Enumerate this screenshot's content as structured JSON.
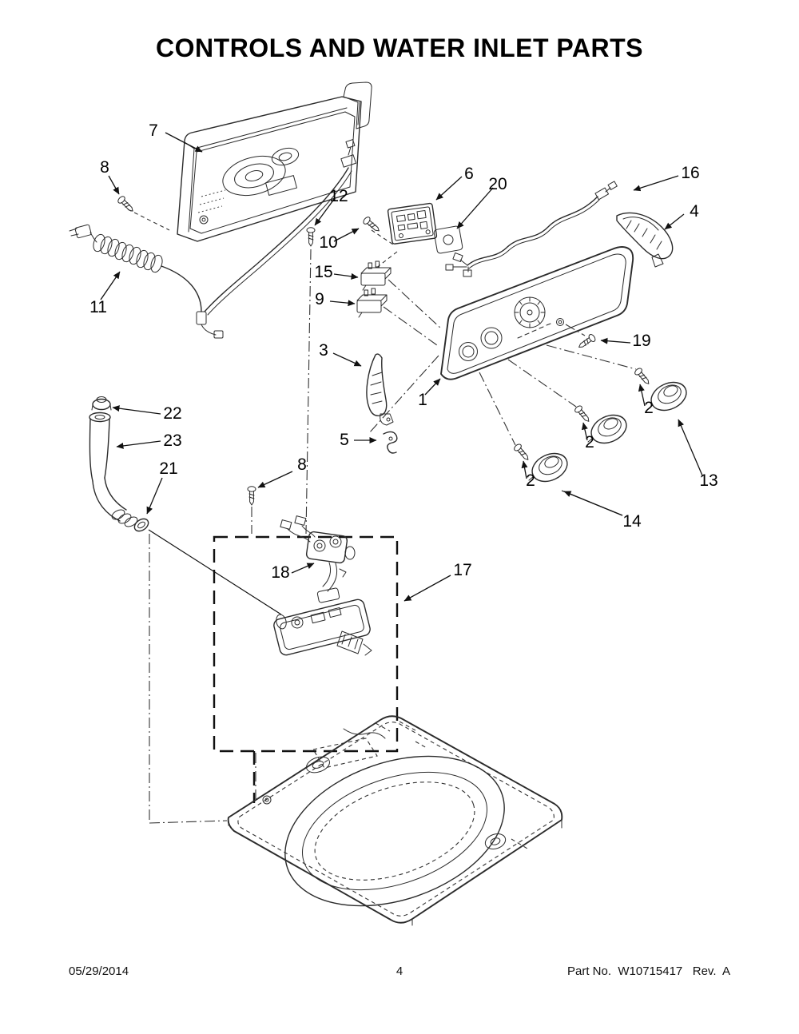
{
  "title": "CONTROLS AND WATER INLET PARTS",
  "footer": {
    "date": "05/29/2014",
    "page_number": "4",
    "part_info": "Part No.  W10715417   Rev.  A"
  },
  "callouts": {
    "n1": "1",
    "n2": "2",
    "n3": "3",
    "n4": "4",
    "n5": "5",
    "n6": "6",
    "n7": "7",
    "n8": "8",
    "n9": "9",
    "n10": "10",
    "n11": "11",
    "n12": "12",
    "n13": "13",
    "n14": "14",
    "n15": "15",
    "n16": "16",
    "n17": "17",
    "n18": "18",
    "n19": "19",
    "n20": "20",
    "n21": "21",
    "n22": "22",
    "n23": "23"
  }
}
